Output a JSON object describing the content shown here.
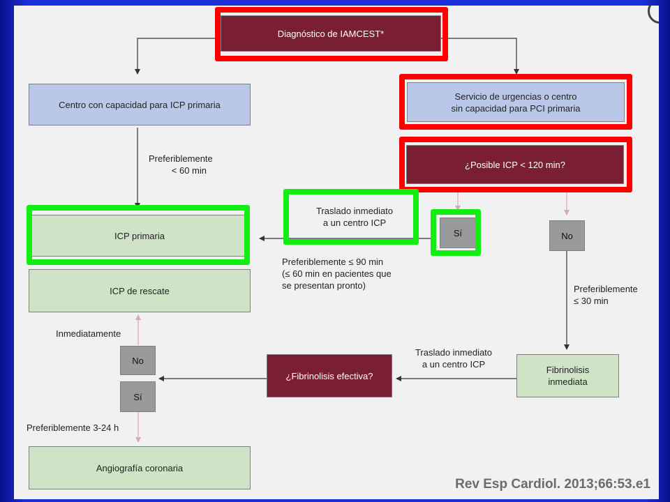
{
  "nodes": {
    "diagnosis": "Diagnóstico de IAMCEST*",
    "icp_center": "Centro con capacidad para ICP primaria",
    "emergency_line1": "Servicio de urgencias o centro",
    "emergency_line2": "sin capacidad para PCI primaria",
    "possible_icp": "¿Posible ICP < 120 min?",
    "icp_primary": "ICP primaria",
    "icp_rescue": "ICP de rescate",
    "si_right": "Sí",
    "no_right": "No",
    "no_left": "No",
    "si_left": "Sí",
    "fibrinolysis_effective": "¿Fibrinolisis efectiva?",
    "fibrinolysis_line1": "Fibrinolisis",
    "fibrinolysis_line2": "inmediata",
    "angiography": "Angiografía coronaria"
  },
  "notes": {
    "pref60_line1": "Preferiblemente",
    "pref60_line2": "< 60 min",
    "transfer_icp_line1": "Traslado inmediato",
    "transfer_icp_line2": "a un centro ICP",
    "pref90_line1": "Preferiblemente ≤ 90 min",
    "pref90_line2": "(≤ 60 min en pacientes que",
    "pref90_line3": "se presentan pronto)",
    "pref30_line1": "Preferiblemente",
    "pref30_line2": "≤ 30 min",
    "transfer2_line1": "Traslado inmediato",
    "transfer2_line2": "a un centro ICP",
    "immediately": "Inmediatamente",
    "pref324": "Preferiblemente 3-24 h"
  },
  "citation": "Rev Esp Cardiol. 2013;66:53.e1",
  "colors": {
    "highlight_red": "#ff0000",
    "highlight_green": "#12ee12",
    "box_blue": "#b9c8e8",
    "box_green": "#cfe3c6",
    "box_maroon": "#7a1f33",
    "box_gray": "#999a9c",
    "background_blue": "#1b2fd8"
  },
  "icons": {
    "corner": "circle-button-icon"
  }
}
